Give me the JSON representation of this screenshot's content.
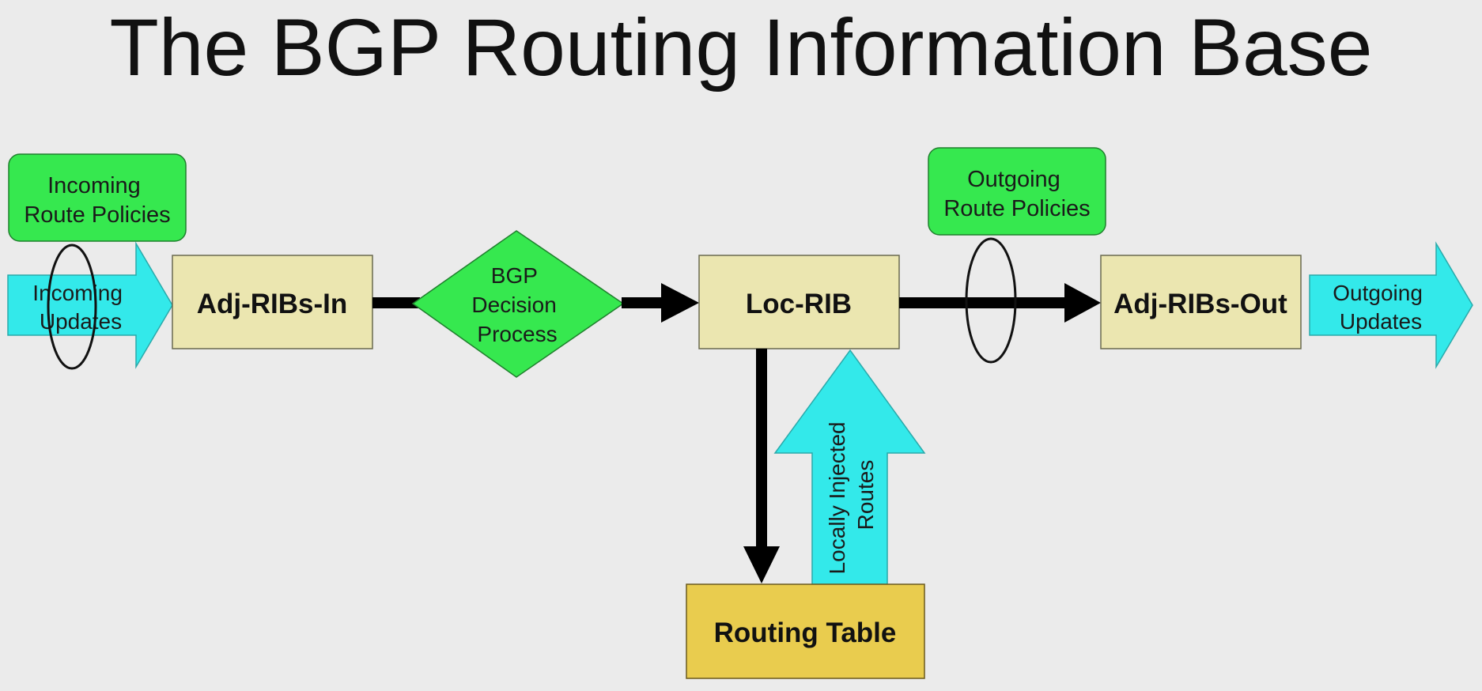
{
  "title": "The BGP Routing Information Base",
  "nodes": {
    "incoming_policies": [
      "Incoming",
      "Route Policies"
    ],
    "incoming_updates": [
      "Incoming",
      "Updates"
    ],
    "adj_ribs_in": "Adj-RIBs-In",
    "decision": [
      "BGP",
      "Decision",
      "Process"
    ],
    "loc_rib": "Loc-RIB",
    "outgoing_policies": [
      "Outgoing",
      "Route Policies"
    ],
    "adj_ribs_out": "Adj-RIBs-Out",
    "outgoing_updates": [
      "Outgoing",
      "Updates"
    ],
    "routing_table": "Routing Table",
    "locally_injected": [
      "Locally Injected",
      "Routes"
    ]
  },
  "colors": {
    "background": "#ebebeb",
    "policy_green": "#36e84f",
    "arrow_cyan": "#33e9ea",
    "rib_beige": "#ebe6b0",
    "routing_table_gold": "#e9cc4e",
    "connector": "#000000"
  }
}
